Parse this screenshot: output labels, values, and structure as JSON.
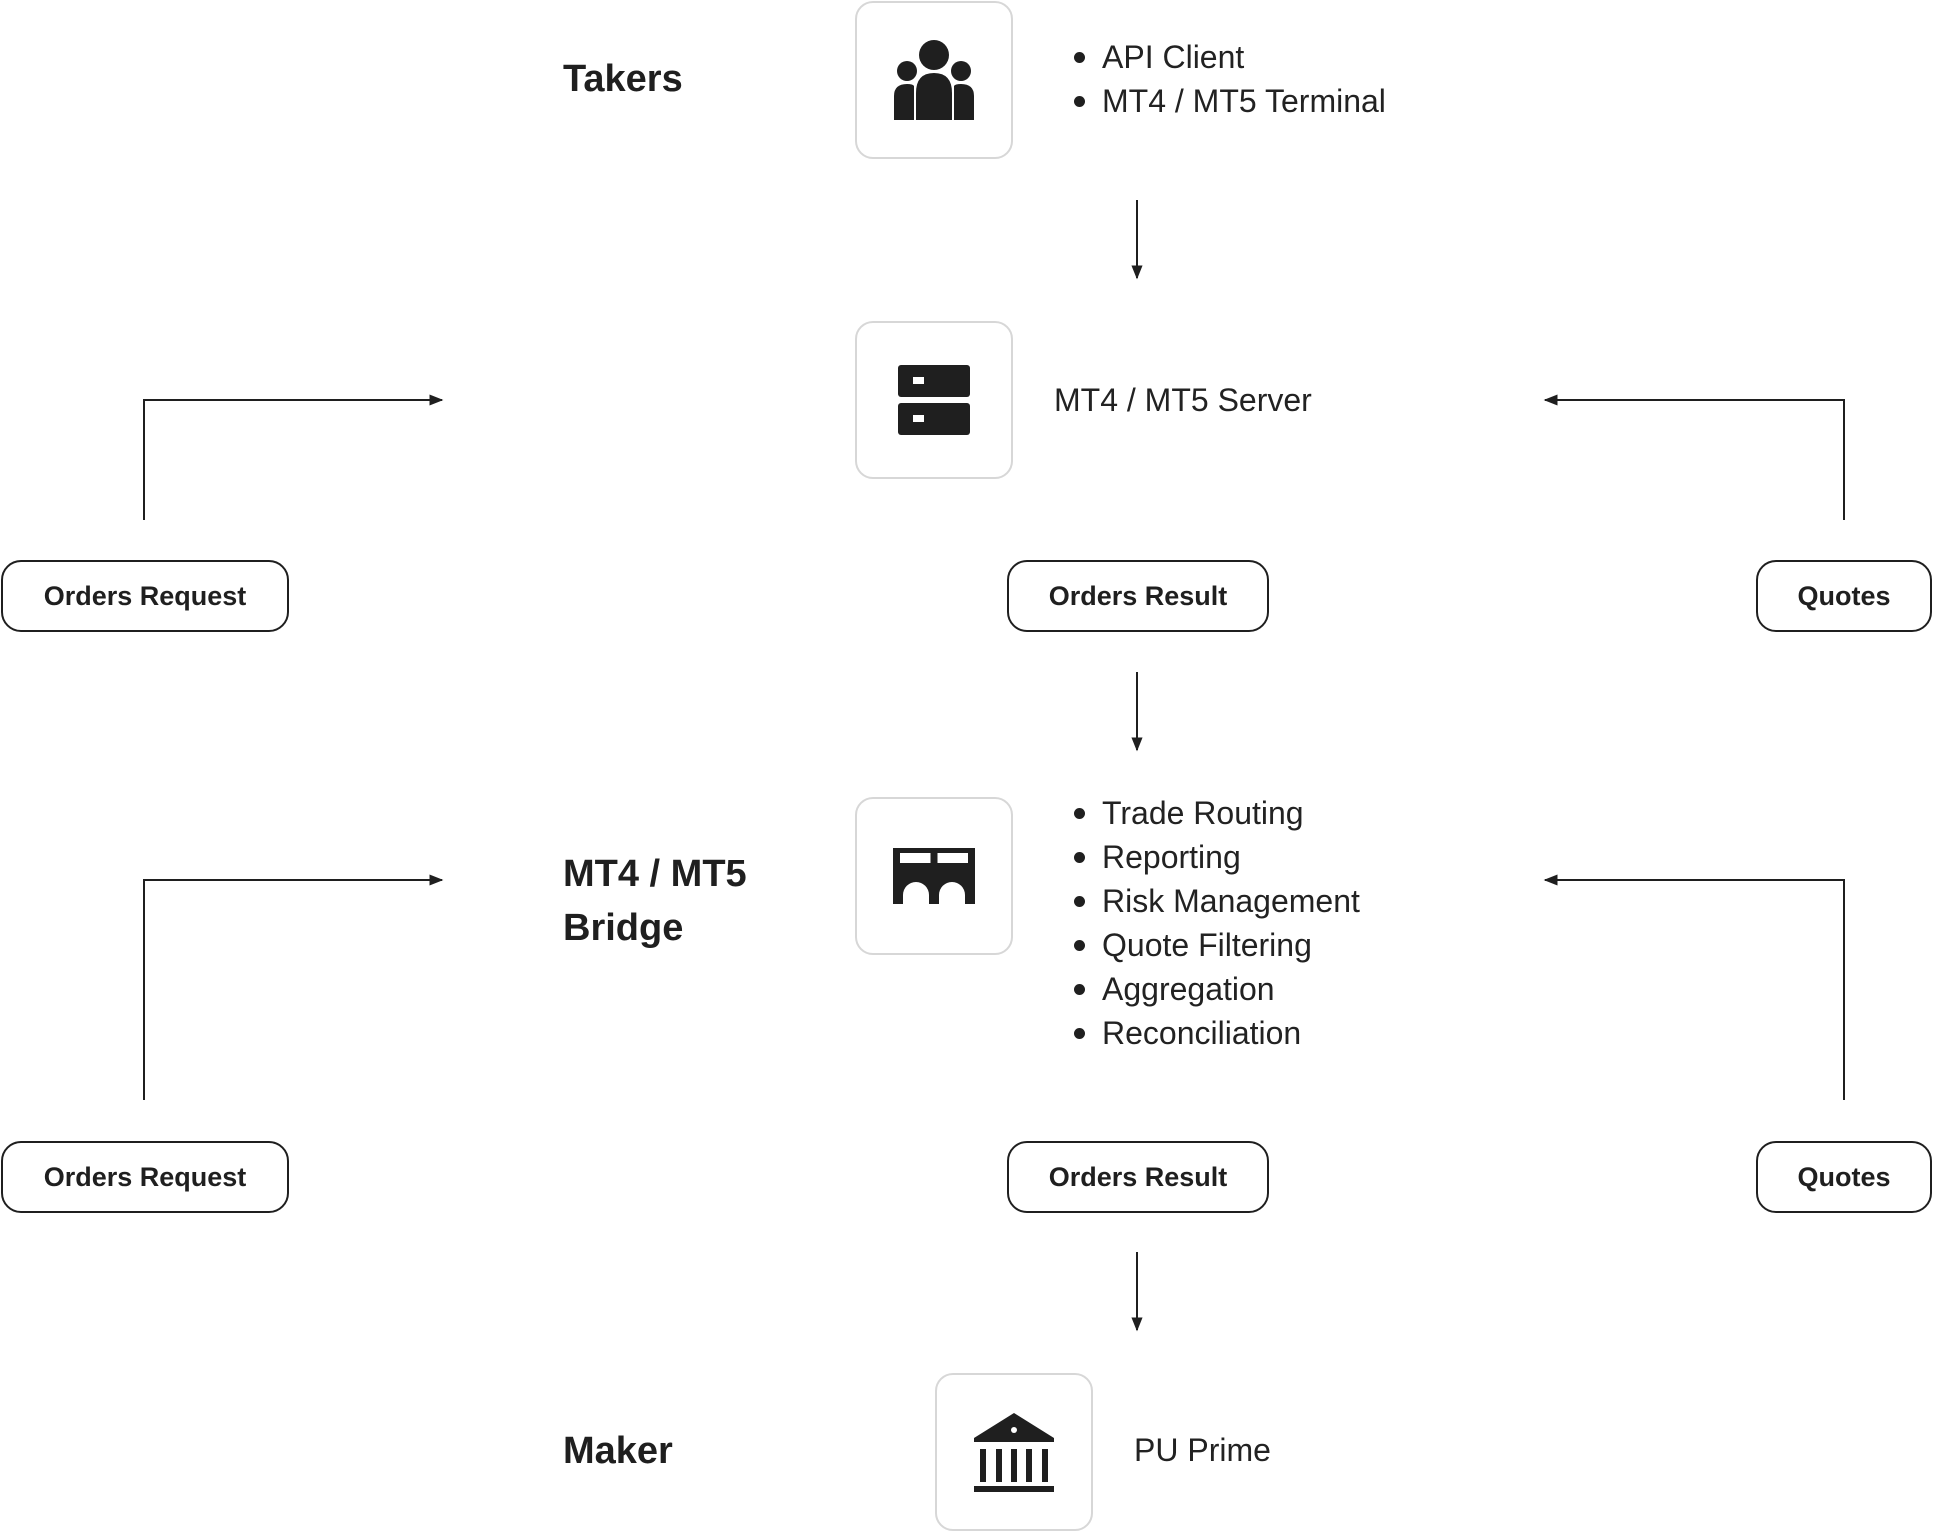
{
  "takers": {
    "title": "Takers",
    "icon": "users-group-icon",
    "items": [
      "API Client",
      "MT4 / MT5 Terminal"
    ]
  },
  "server": {
    "icon": "server-icon",
    "label": "MT4 / MT5 Server"
  },
  "bridge": {
    "title_line1": "MT4 / MT5",
    "title_line2": "Bridge",
    "icon": "bridge-icon",
    "items": [
      "Trade Routing",
      "Reporting",
      "Risk Management",
      "Quote Filtering",
      "Aggregation",
      "Reconciliation"
    ]
  },
  "maker": {
    "title": "Maker",
    "icon": "bank-icon",
    "label": "PU Prime"
  },
  "flow_upper": {
    "orders_request": "Orders Request",
    "orders_result": "Orders Result",
    "quotes": "Quotes"
  },
  "flow_lower": {
    "orders_request": "Orders Request",
    "orders_result": "Orders Result",
    "quotes": "Quotes"
  },
  "colors": {
    "ink": "#1f1f1f",
    "box_border": "#d7d7d7",
    "background": "#ffffff"
  }
}
